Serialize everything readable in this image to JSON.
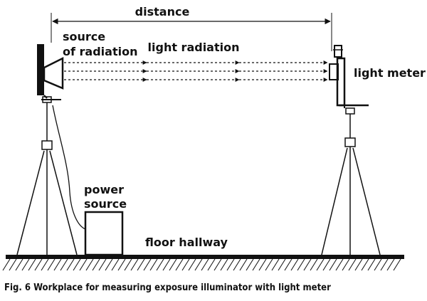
{
  "labels": {
    "distance": "distance",
    "source_line1": "source",
    "source_line2": "of radiation",
    "light_radiation": "light radiation",
    "light_meter": "light meter",
    "power_line1": "power",
    "power_line2": "source",
    "floor": "floor hallway"
  },
  "caption": "Fig. 6 Workplace for measuring exposure illuminator with light meter",
  "colors": {
    "ink": "#111111",
    "background": "#ffffff"
  }
}
